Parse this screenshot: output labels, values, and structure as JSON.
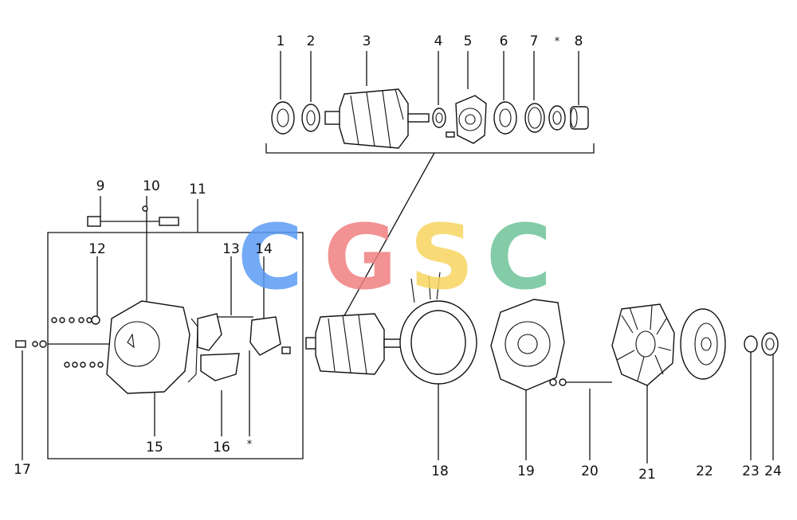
{
  "labels": {
    "l1": "1",
    "l2": "2",
    "l3": "3",
    "l4": "4",
    "l5": "5",
    "l6": "6",
    "l7": "7",
    "l8": "8",
    "l9": "9",
    "l10": "10",
    "l11": "11",
    "l12": "12",
    "l13": "13",
    "l14": "14",
    "l15": "15",
    "l16": "16",
    "l17": "17",
    "l18": "18",
    "l19": "19",
    "l20": "20",
    "l21": "21",
    "l22": "22",
    "l23": "23",
    "l24": "24"
  },
  "asterisk": "*",
  "watermark": {
    "letters": [
      "C",
      "G",
      "S",
      "C"
    ],
    "colors": [
      "#5b9cf5",
      "#f08080",
      "#f7d560",
      "#6fc49a"
    ]
  }
}
